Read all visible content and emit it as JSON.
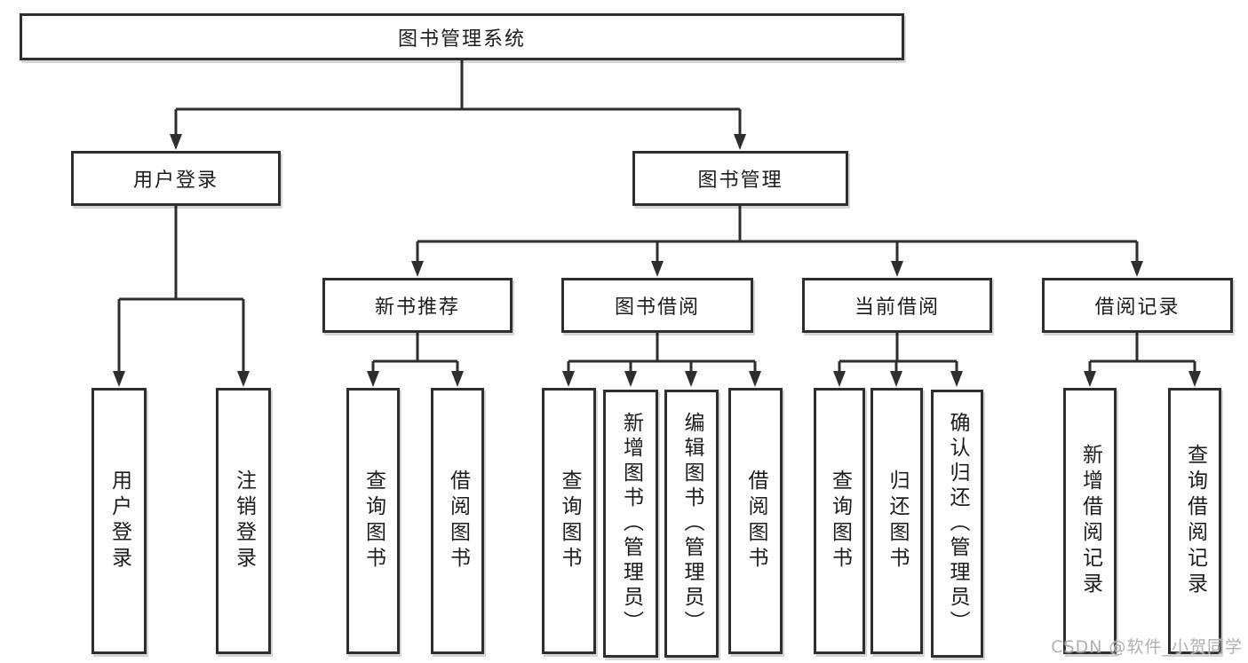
{
  "title": "图书管理系统",
  "watermark": "CSDN @软件_小贺同学",
  "colors": {
    "line": "#2e2e2e",
    "text": "#1c1c1c",
    "background": "#ffffff",
    "watermark": "#b0b0b0"
  },
  "tree": {
    "root": {
      "label": "图书管理系统"
    },
    "user_login": {
      "label": "用户登录",
      "children": [
        {
          "label": "用户登录"
        },
        {
          "label": "注销登录"
        }
      ]
    },
    "book_mgmt": {
      "label": "图书管理",
      "modules": [
        {
          "label": "新书推荐",
          "children": [
            {
              "label": "查询图书"
            },
            {
              "label": "借阅图书"
            }
          ]
        },
        {
          "label": "图书借阅",
          "children": [
            {
              "label": "查询图书"
            },
            {
              "label": "新增图书（管理员）"
            },
            {
              "label": "编辑图书（管理员）"
            },
            {
              "label": "借阅图书"
            }
          ]
        },
        {
          "label": "当前借阅",
          "children": [
            {
              "label": "查询图书"
            },
            {
              "label": "归还图书"
            },
            {
              "label": "确认归还（管理员）"
            }
          ]
        },
        {
          "label": "借阅记录",
          "children": [
            {
              "label": "新增借阅记录"
            },
            {
              "label": "查询借阅记录"
            }
          ]
        }
      ]
    }
  }
}
